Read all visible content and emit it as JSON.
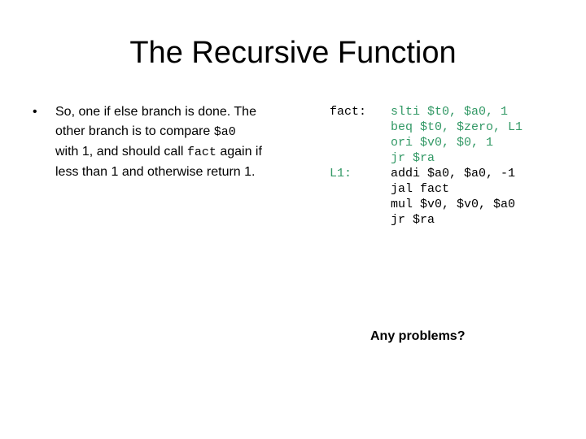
{
  "slide": {
    "title": "The Recursive Function",
    "bullet": {
      "marker": "•",
      "lines": [
        [
          {
            "text": "So, one if else branch is done. The",
            "font": "sans"
          }
        ],
        [
          {
            "text": "other branch is to compare ",
            "font": "sans"
          },
          {
            "text": "$a0",
            "font": "mono"
          }
        ],
        [
          {
            "text": "with 1, and should call ",
            "font": "sans"
          },
          {
            "text": "fact",
            "font": "mono"
          },
          {
            "text": " again if",
            "font": "sans"
          }
        ],
        [
          {
            "text": "less than 1 and otherwise return 1.",
            "font": "sans"
          }
        ]
      ]
    },
    "code": {
      "lines": [
        {
          "label": "fact:",
          "label_color": "black",
          "instruction": "slti $t0, $a0, 1",
          "color": "teal"
        },
        {
          "label": "",
          "label_color": "black",
          "instruction": "beq $t0, $zero, L1",
          "color": "teal"
        },
        {
          "label": "",
          "label_color": "black",
          "instruction": "ori $v0, $0, 1",
          "color": "teal"
        },
        {
          "label": "",
          "label_color": "black",
          "instruction": "jr $ra",
          "color": "teal"
        },
        {
          "label": "L1:",
          "label_color": "teal",
          "instruction": "addi $a0, $a0, -1",
          "color": "black"
        },
        {
          "label": "",
          "label_color": "black",
          "instruction": "jal fact",
          "color": "black"
        },
        {
          "label": "",
          "label_color": "black",
          "instruction": "mul $v0, $v0, $a0",
          "color": "black"
        },
        {
          "label": "",
          "label_color": "black",
          "instruction": "jr $ra",
          "color": "black"
        }
      ]
    },
    "footer_question": "Any problems?",
    "colors": {
      "code_teal": "#339966",
      "text": "#000000",
      "background": "#ffffff"
    }
  }
}
